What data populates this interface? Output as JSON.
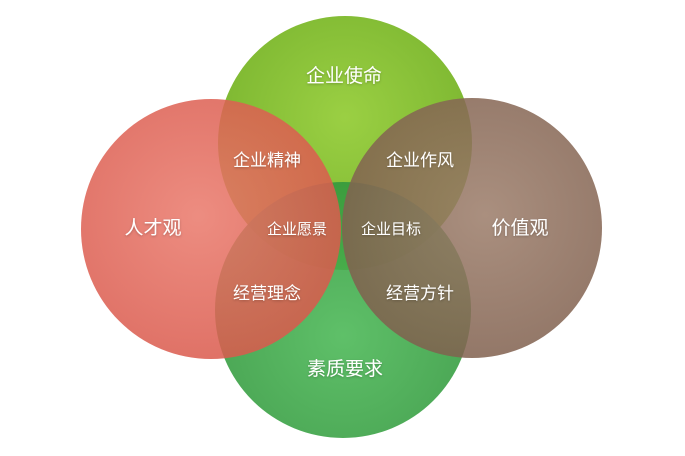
{
  "circles": {
    "top": {
      "label": "企业使命",
      "color": "#84c02a"
    },
    "left": {
      "label": "人才观",
      "color": "#e06357"
    },
    "right": {
      "label": "价值观",
      "color": "#8c6b58"
    },
    "bottom": {
      "label": "素质要求",
      "color": "#3fa84a"
    }
  },
  "overlaps": {
    "top_left": "企业精神",
    "top_right": "企业作风",
    "bottom_left": "经营理念",
    "bottom_right": "经营方针",
    "center_left": "企业愿景",
    "center_right": "企业目标"
  }
}
